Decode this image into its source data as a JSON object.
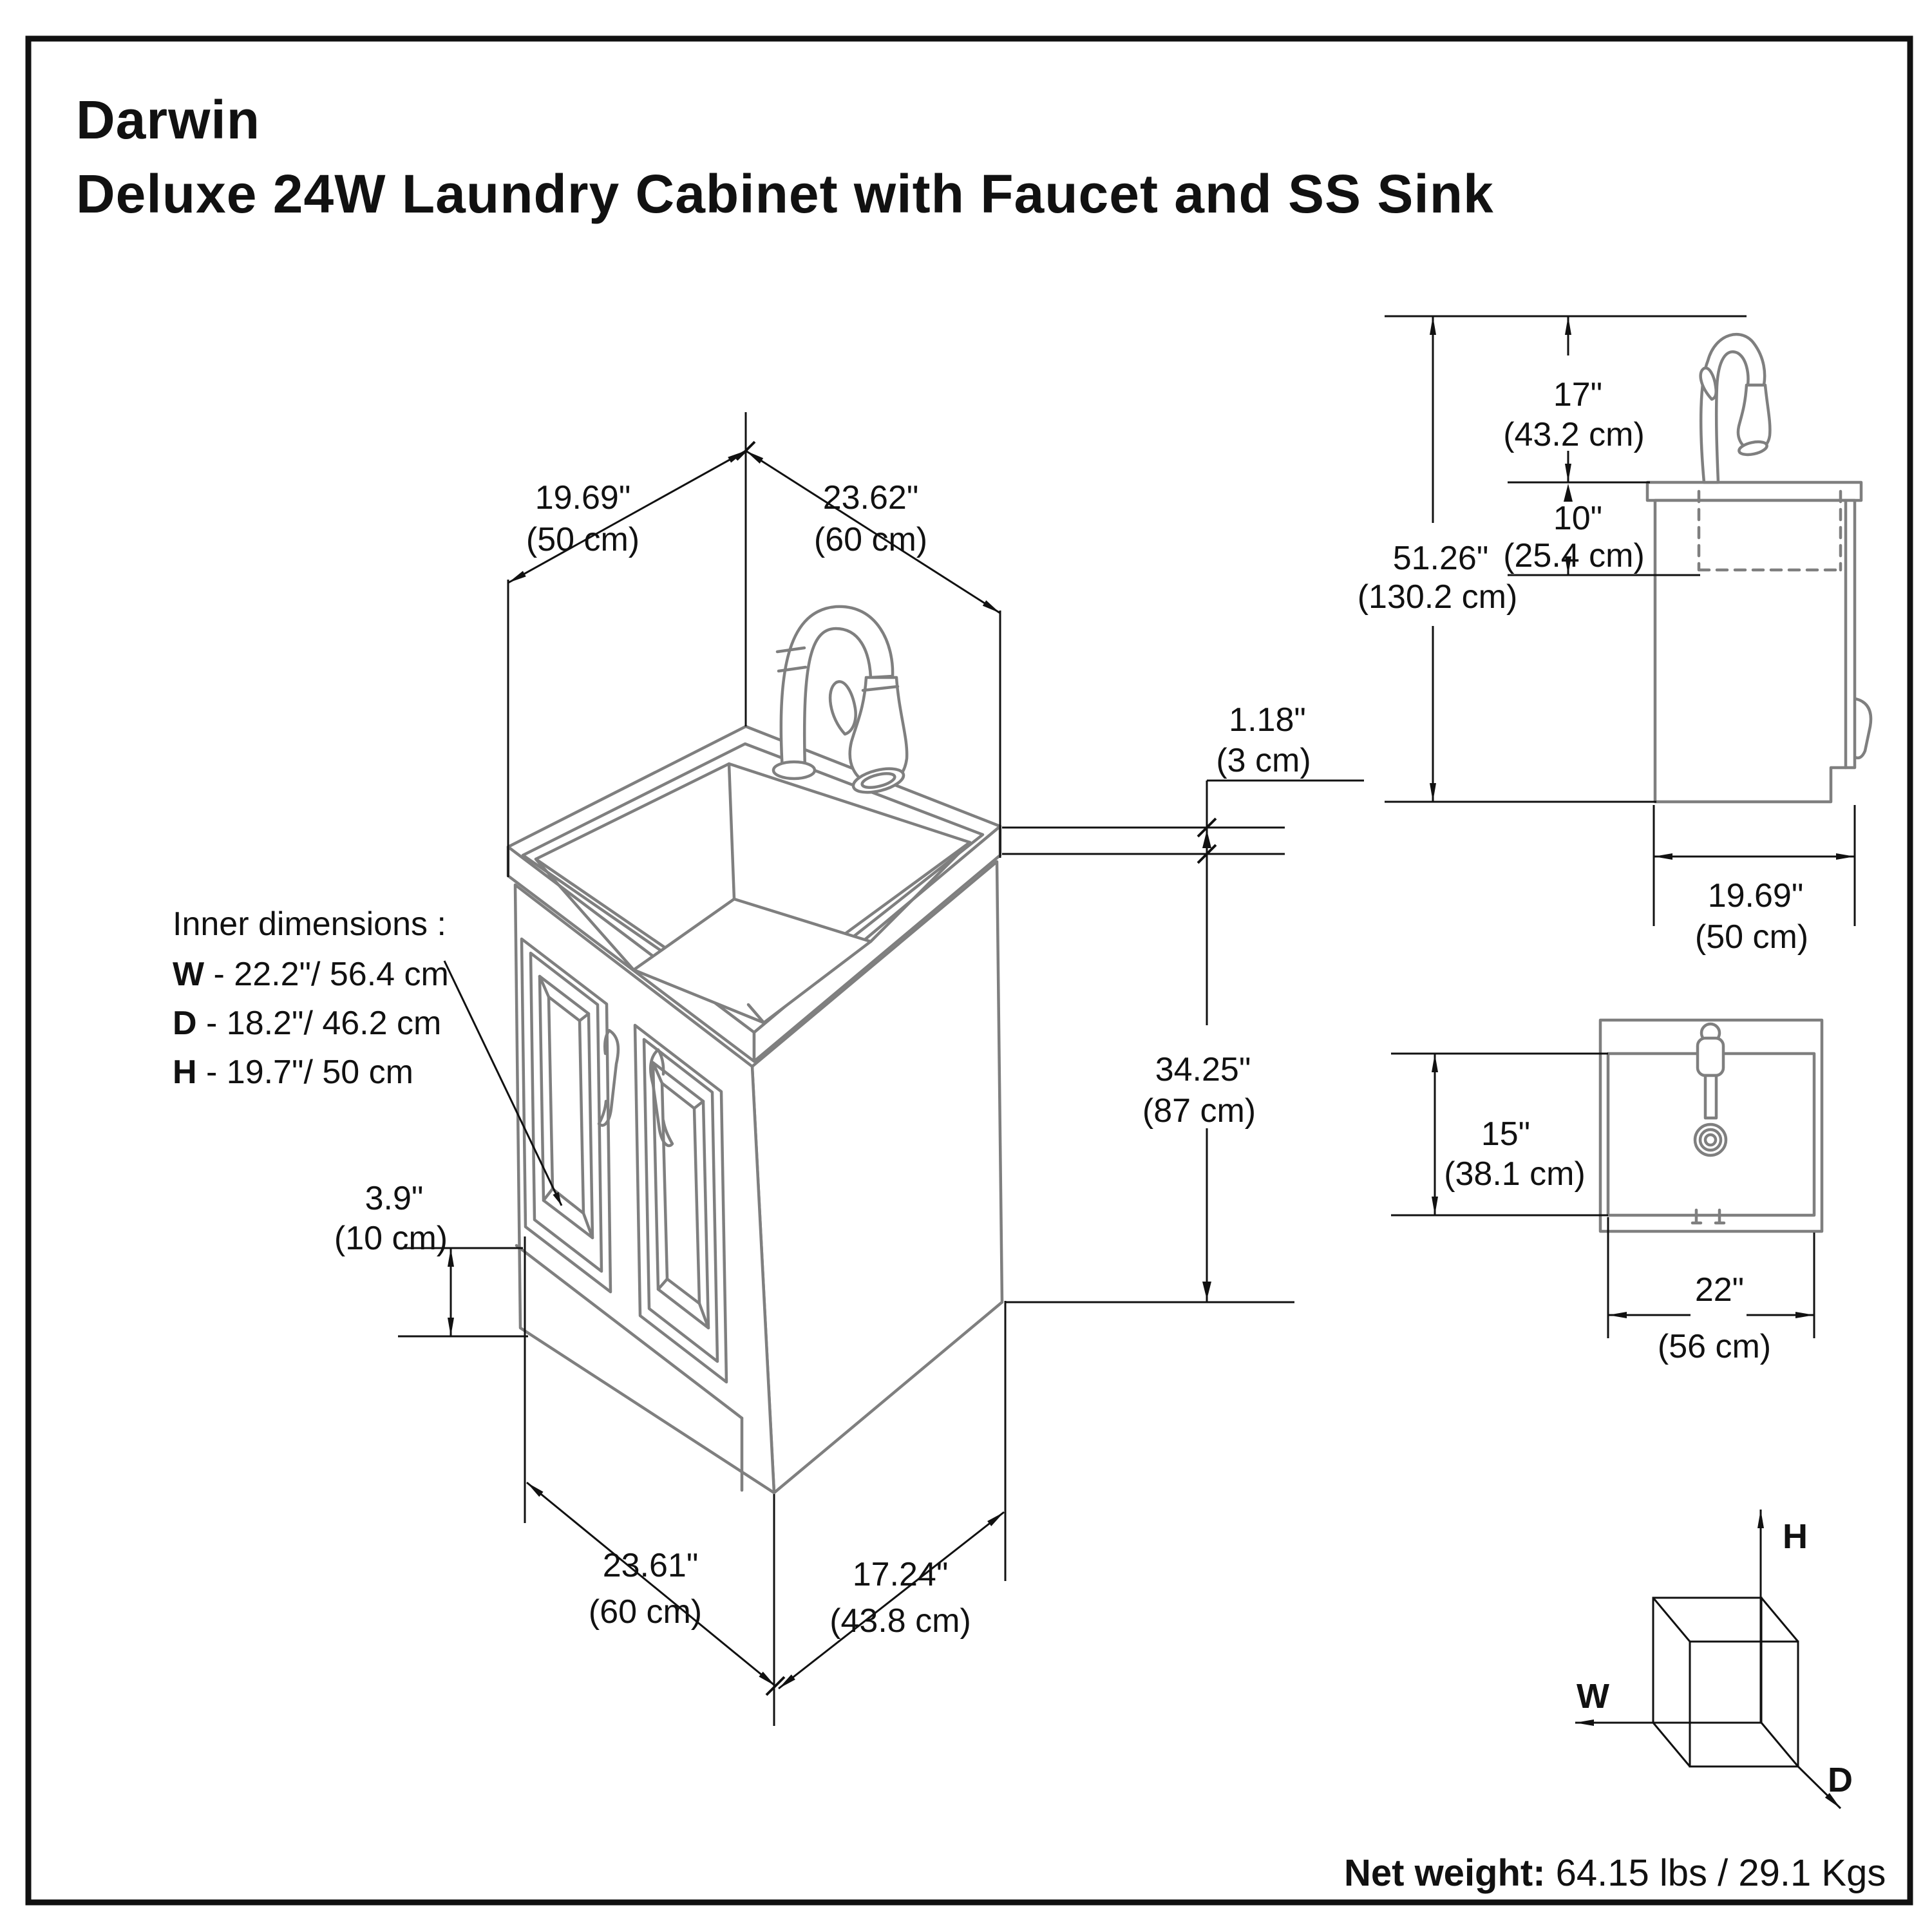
{
  "title": {
    "line1": "Darwin",
    "line2": "Deluxe 24W Laundry Cabinet with Faucet and SS Sink"
  },
  "colors": {
    "drawing_lines": "#7f7f7f",
    "dimension_lines": "#111111"
  },
  "iso_view": {
    "dim_depth_top": {
      "in": "19.69\"",
      "cm": "(50 cm)"
    },
    "dim_width_top": {
      "in": "23.62\"",
      "cm": "(60 cm)"
    },
    "dim_counter_thickness": {
      "in": "1.18\"",
      "cm": "(3 cm)"
    },
    "dim_counter_height": {
      "in": "34.25\"",
      "cm": "(87 cm)"
    },
    "dim_toe_kick": {
      "in": "3.9\"",
      "cm": "(10 cm)"
    },
    "dim_width_bottom": {
      "in": "23.61\"",
      "cm": "(60 cm)"
    },
    "dim_depth_bottom": {
      "in": "17.24\"",
      "cm": "(43.8 cm)"
    },
    "inner_dimensions": {
      "heading": "Inner dimensions  :",
      "rows": [
        {
          "k": "W",
          "v": " - 22.2\"/ 56.4 cm"
        },
        {
          "k": "D",
          "v": " - 18.2\"/ 46.2 cm"
        },
        {
          "k": "H",
          "v": " - 19.7\"/ 50 cm"
        }
      ]
    }
  },
  "side_view": {
    "dim_faucet_height": {
      "in": "17\"",
      "cm": "(43.2 cm)"
    },
    "dim_sink_depth": {
      "in": "10\"",
      "cm": "(25.4 cm)"
    },
    "dim_total_height": {
      "in": "51.26\"",
      "cm": "(130.2 cm)"
    },
    "dim_depth": {
      "in": "19.69\"",
      "cm": "(50 cm)"
    }
  },
  "top_view": {
    "dim_sink_depth": {
      "in": "15\"",
      "cm": "(38.1 cm)"
    },
    "dim_sink_width": {
      "in": "22\"",
      "cm": "(56 cm)"
    }
  },
  "axis_cube": {
    "h": "H",
    "w": "W",
    "d": "D"
  },
  "net_weight": {
    "label": "Net weight:",
    "value": " 64.15 lbs / 29.1 Kgs"
  }
}
